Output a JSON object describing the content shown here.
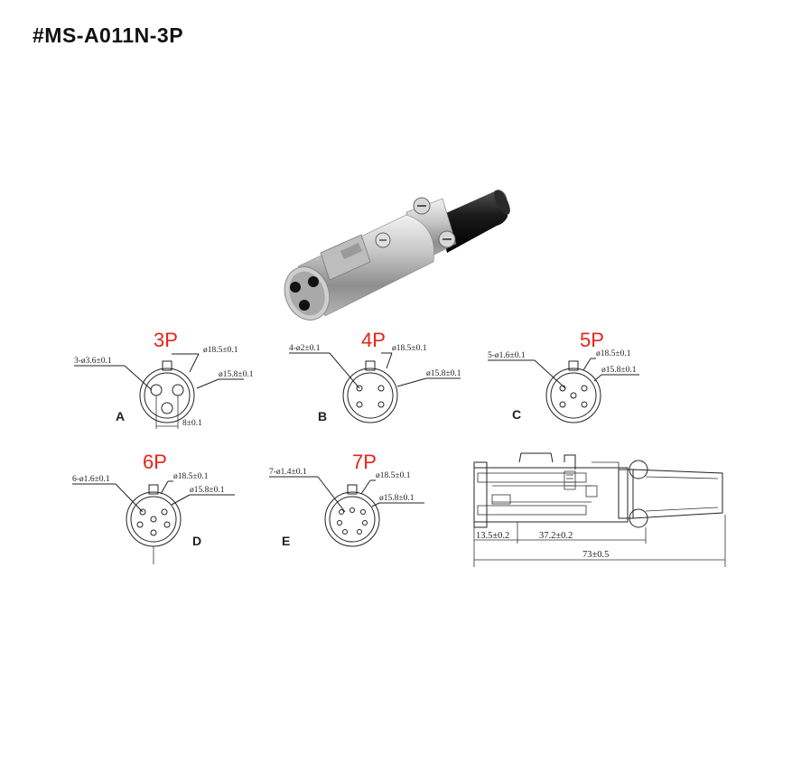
{
  "title": "#MS-A011N-3P",
  "connectors": [
    {
      "letter": "A",
      "pins_label": "3P",
      "hole_dim": "3-ø3.6±0.1",
      "outer_dim": "ø18.5±0.1",
      "inner_dim": "ø15.8±0.1",
      "width_dim": "8±0.1"
    },
    {
      "letter": "B",
      "pins_label": "4P",
      "hole_dim": "4-ø2±0.1",
      "outer_dim": "ø18.5±0.1",
      "inner_dim": "ø15.8±0.1"
    },
    {
      "letter": "C",
      "pins_label": "5P",
      "hole_dim": "5-ø1.6±0.1",
      "outer_dim": "ø18.5±0.1",
      "inner_dim": "ø15.8±0.1"
    },
    {
      "letter": "D",
      "pins_label": "6P",
      "hole_dim": "6-ø1.6±0.1",
      "outer_dim": "ø18.5±0.1",
      "inner_dim": "ø15.8±0.1"
    },
    {
      "letter": "E",
      "pins_label": "7P",
      "hole_dim": "7-ø1.4±0.1",
      "outer_dim": "ø18.5±0.1",
      "inner_dim": "ø15.8±0.1"
    }
  ],
  "side_view": {
    "dim_front": "13.5±0.2",
    "dim_body": "37.2±0.2",
    "dim_total": "73±0.5"
  },
  "colors": {
    "pin_label": "#e8231a",
    "line": "#222222"
  }
}
